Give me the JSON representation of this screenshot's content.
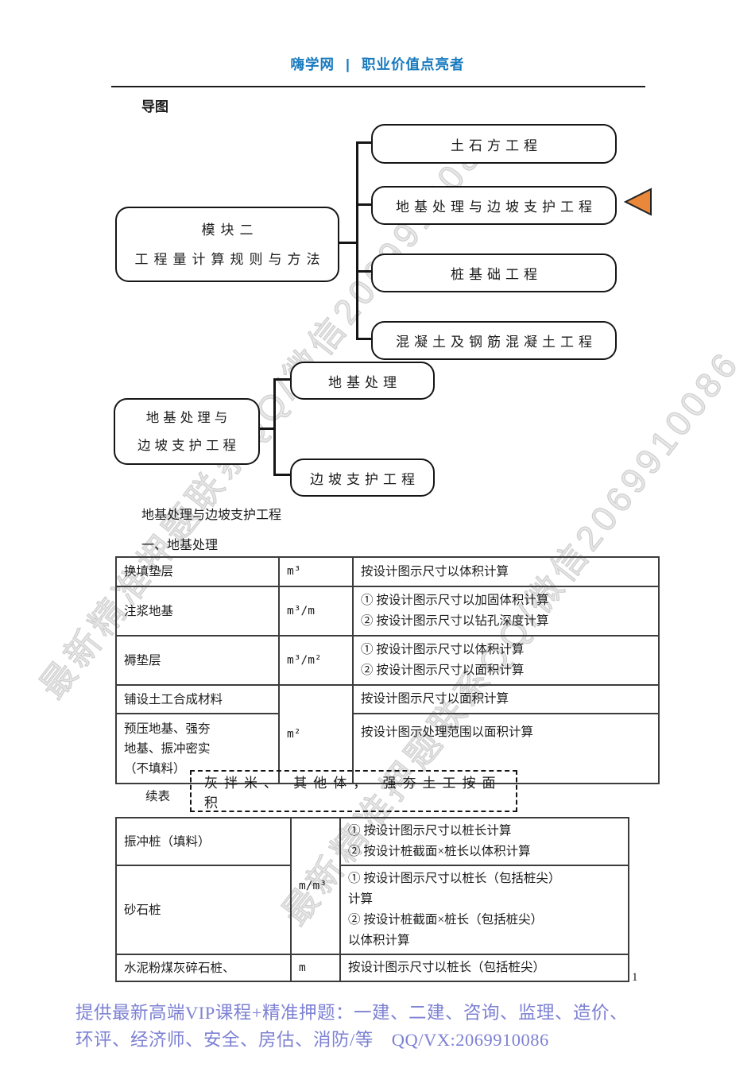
{
  "header": {
    "brand": "嗨学网",
    "separator": "|",
    "slogan": "职业价值点亮者"
  },
  "headings": {
    "map_title": "导图",
    "section_title": "地基处理与边坡支护工程",
    "subsection_title": "一、地基处理",
    "continued_label": "续表",
    "page_number": "1"
  },
  "mindmap1": {
    "root": {
      "line1": "模块二",
      "line2": "工程量计算规则与方法"
    },
    "children": [
      {
        "label": "土石方工程"
      },
      {
        "label": "地基处理与边坡支护工程"
      },
      {
        "label": "桩基础工程"
      },
      {
        "label": "混凝土及钢筋混凝土工程"
      }
    ],
    "marker": "orange-left-triangle"
  },
  "mindmap2": {
    "root": {
      "line1": "地基处理与",
      "line2": "边坡支护工程"
    },
    "children": [
      {
        "label": "地基处理"
      },
      {
        "label": "边坡支护工程"
      }
    ]
  },
  "table1": {
    "rows": [
      {
        "item": "换填垫层",
        "unit": "m³",
        "rules": [
          "按设计图示尺寸以体积计算"
        ]
      },
      {
        "item": "注浆地基",
        "unit": "m³/m",
        "rules": [
          "① 按设计图示尺寸以加固体积计算",
          "② 按设计图示尺寸以钻孔深度计算"
        ]
      },
      {
        "item": "褥垫层",
        "unit": "m³/m²",
        "rules": [
          "① 按设计图示尺寸以体积计算",
          "② 按设计图示尺寸以面积计算"
        ]
      },
      {
        "item": "铺设土工合成材料",
        "unit": "m²",
        "rules": [
          "按设计图示尺寸以面积计算"
        ]
      },
      {
        "item_lines": [
          "预压地基、强夯",
          "地基、振冲密实",
          "（不填料）"
        ],
        "rules": [
          "按设计图示处理范围以面积计算"
        ]
      }
    ]
  },
  "note": {
    "text": "灰拌米、 其他体， 强夯土工按面积"
  },
  "table2": {
    "rows": [
      {
        "item": "振冲桩（填料）",
        "unit": "m/m³",
        "rules": [
          "① 按设计图示尺寸以桩长计算",
          "② 按设计桩截面×桩长以体积计算"
        ]
      },
      {
        "item": "砂石桩",
        "rules": [
          "① 按设计图示尺寸以桩长（包括桩尖）",
          "计算",
          "② 按设计桩截面×桩长（包括桩尖）",
          "以体积计算"
        ]
      },
      {
        "item": "水泥粉煤灰碎石桩、",
        "unit": "m",
        "rules": [
          "按设计图示尺寸以桩长（包括桩尖）"
        ]
      }
    ]
  },
  "watermark": {
    "text": "最新精准押题联系QQ/微信2069910086"
  },
  "footer": {
    "line1": "提供最新高端VIP课程+精准押题：一建、二建、咨询、监理、造价、",
    "line2": "环评、经济师、安全、房估、消防/等　QQ/VX:2069910086"
  },
  "colors": {
    "header_blue": "#187ABE",
    "marker_orange": "#E9873B",
    "footer_purple": "#7D81D3",
    "watermark_gray": "#CFCFCF"
  }
}
